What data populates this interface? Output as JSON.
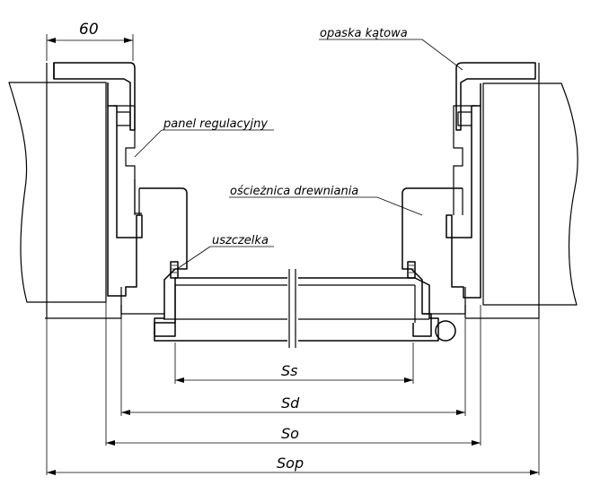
{
  "labels": {
    "top_dimension": "60",
    "opaska": "opaska kątowa",
    "panel": "panel regulacyjny",
    "oscieznica": "ościeżnica drewniania",
    "uszczelka": "uszczelka"
  },
  "dimensions": {
    "ss": "Ss",
    "sd": "Sd",
    "so": "So",
    "sop": "Sop"
  }
}
